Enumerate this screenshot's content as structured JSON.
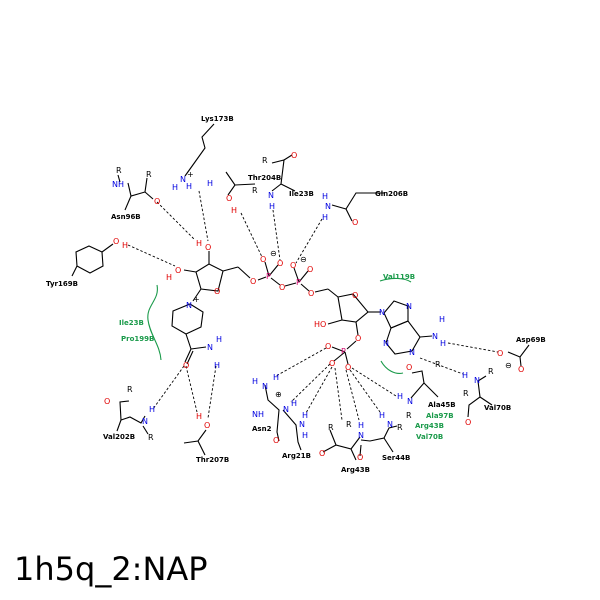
{
  "title": "1h5q_2:NAP",
  "residues": {
    "lys173": "Lys173B",
    "asn96": "Asn96B",
    "tyr169": "Tyr169B",
    "thr204": "Thr204B",
    "ile23a": "Ile23B",
    "gln206": "Gln206B",
    "asp69": "Asp69B",
    "ala45": "Ala45B",
    "val70": "Val70B",
    "val202": "Val202B",
    "thr207": "Thr207B",
    "asn2": "Asn2",
    "arg21": "Arg21B",
    "arg43": "Arg43B",
    "ser44": "Ser44B"
  },
  "hydrophobic": {
    "val119": "Val119B",
    "ile23": "Ile23B",
    "pro199": "Pro199B",
    "ala97": "Ala97B",
    "arg43": "Arg43B",
    "val70": "Val70B"
  },
  "colors": {
    "hydrophobic": "#1a9a4a",
    "oxygen": "#e00000",
    "nitrogen": "#0000e0",
    "phosphorus": "#d0006a"
  }
}
